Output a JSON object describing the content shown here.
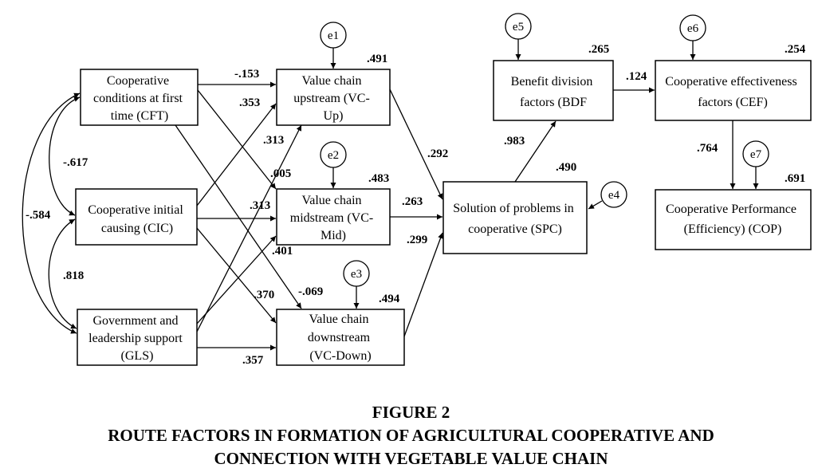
{
  "nodes": {
    "cft": [
      "Cooperative",
      "conditions at first",
      "time (CFT)"
    ],
    "cic": [
      "Cooperative initial",
      "causing (CIC)"
    ],
    "gls": [
      "Government and",
      "leadership support",
      "(GLS)"
    ],
    "vcup": [
      "Value chain",
      "upstream (VC-",
      "Up)"
    ],
    "vcmid": [
      "Value chain",
      "midstream (VC-",
      "Mid)"
    ],
    "vcdown": [
      "Value chain",
      "downstream",
      "(VC-Down)"
    ],
    "spc": [
      "Solution of problems in",
      "cooperative  (SPC)"
    ],
    "bdf": [
      "Benefit division",
      "factors (BDF"
    ],
    "cef": [
      "Cooperative effectiveness",
      "factors (CEF)"
    ],
    "cop": [
      "Cooperative Performance",
      "(Efficiency)  (COP)"
    ]
  },
  "errors": [
    "e1",
    "e2",
    "e3",
    "e4",
    "e5",
    "e6",
    "e7"
  ],
  "r_squared": {
    "vcup": ".491",
    "vcmid": ".483",
    "vcdown": ".494",
    "spc": ".490",
    "bdf": ".265",
    "cef": ".254",
    "cop": ".691"
  },
  "coefficients": {
    "cft_vcup": "-.153",
    "cic_vcup": ".353",
    "gls_vcup": ".313",
    "cft_vcmid": ".005",
    "cic_vcmid": ".313",
    "gls_vcmid": ".401",
    "cft_vcdown": ".370",
    "cic_vcdown": "-.069",
    "gls_vcdown": ".357",
    "vcup_spc": ".292",
    "vcmid_spc": ".263",
    "vcdown_spc": ".299",
    "spc_bdf": ".983",
    "bdf_cef": ".124",
    "cef_cop": ".764",
    "cov_cft_cic": "-.617",
    "cov_cft_gls": "-.584",
    "cov_cic_gls": ".818"
  },
  "caption": {
    "figure": "FIGURE 2",
    "line1": "ROUTE FACTORS IN FORMATION OF AGRICULTURAL COOPERATIVE AND",
    "line2": "CONNECTION WITH VEGETABLE VALUE CHAIN"
  }
}
